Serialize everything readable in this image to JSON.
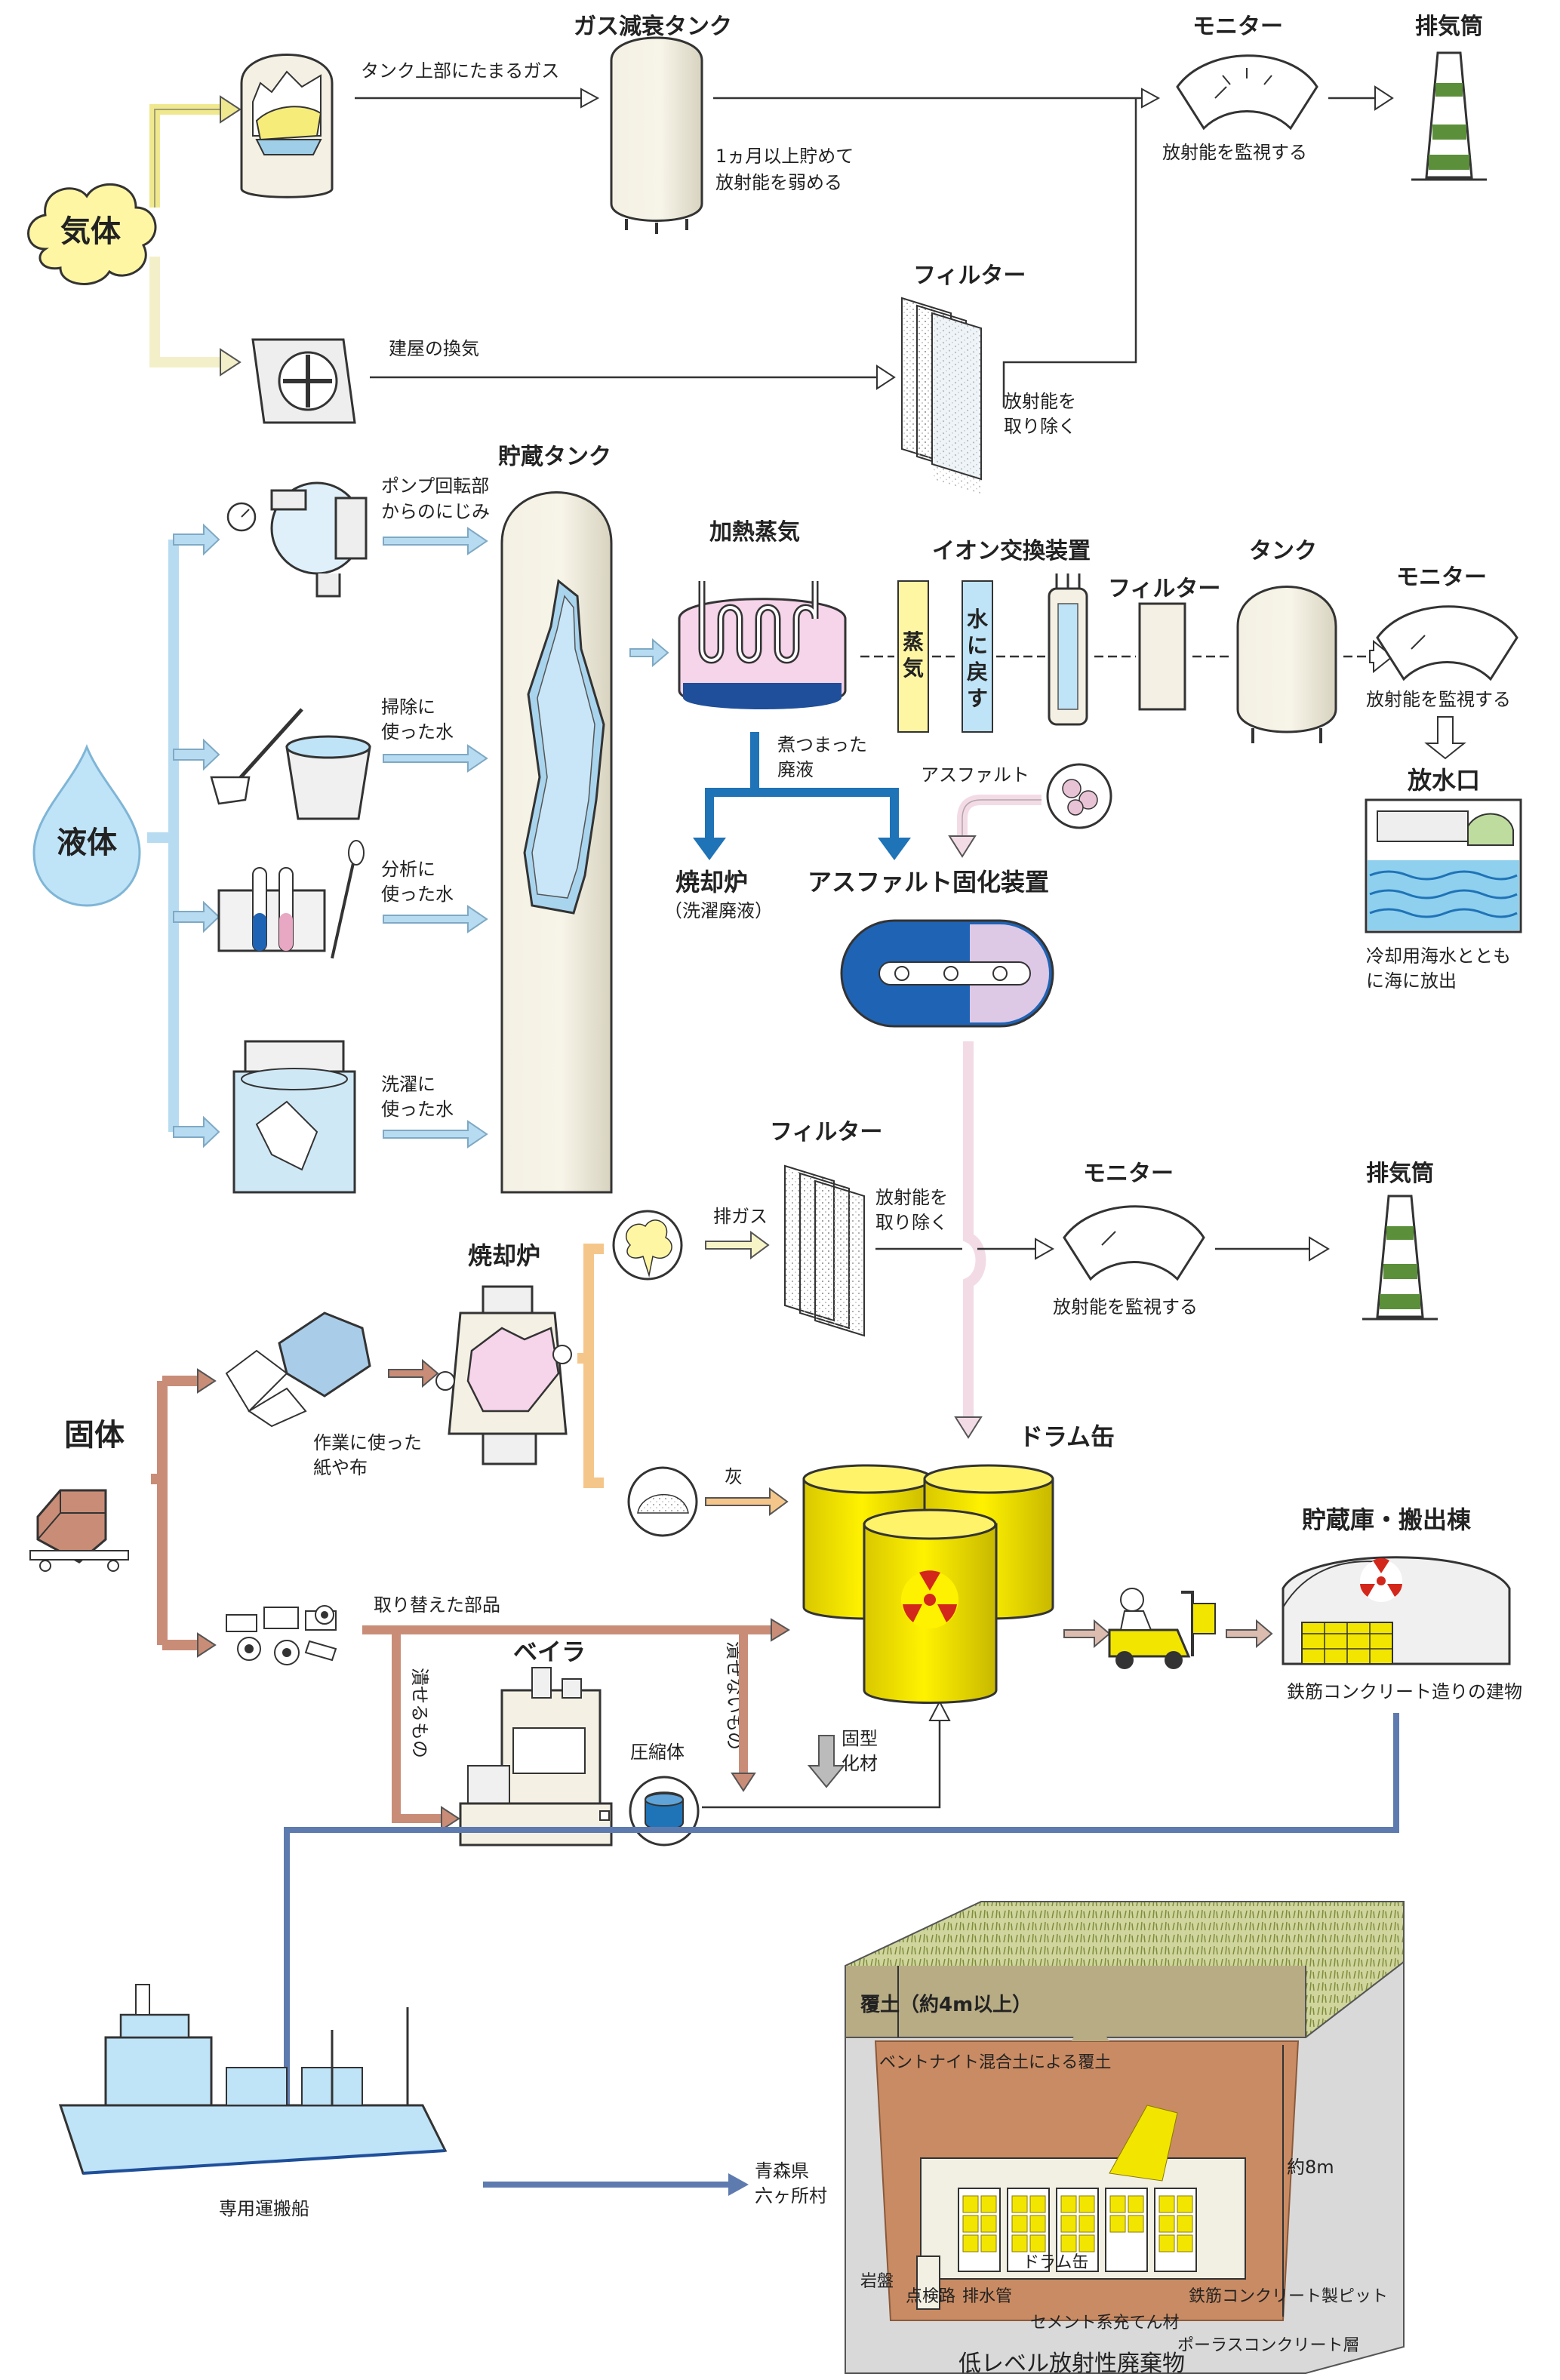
{
  "title": "低レベル放射性廃棄物",
  "sections": {
    "gas": "気体",
    "liquid": "液体",
    "solid": "固体"
  },
  "gas": {
    "tank_gas": "タンク上部にたまるガス",
    "decay_tank": "ガス減衰タンク",
    "decay_note1": "1ヵ月以上貯めて",
    "decay_note2": "放射能を弱める",
    "monitor": "モニター",
    "monitor_note": "放射能を監視する",
    "stack": "排気筒",
    "ventilation": "建屋の換気",
    "filter": "フィルター",
    "filter_note1": "放射能を",
    "filter_note2": "取り除く"
  },
  "liquid": {
    "storage_tank": "貯蔵タンク",
    "pump1": "ポンプ回転部",
    "pump2": "からのにじみ",
    "clean1": "掃除に",
    "clean2": "使った水",
    "analysis1": "分析に",
    "analysis2": "使った水",
    "laundry1": "洗濯に",
    "laundry2": "使った水",
    "evaporator": "加熱蒸気",
    "steam1": "蒸",
    "steam2": "気",
    "back1": "水",
    "back2": "に",
    "back3": "戻",
    "back4": "す",
    "ion": "イオン交換装置",
    "filter": "フィルター",
    "tank": "タンク",
    "monitor": "モニター",
    "monitor_note": "放射能を監視する",
    "outlet": "放水口",
    "outlet_note1": "冷却用海水ととも",
    "outlet_note2": "に海に放出",
    "boiled1": "煮つまった",
    "boiled2": "廃液",
    "asphalt": "アスファルト",
    "incinerator": "焼却炉",
    "incinerator_note": "（洗濯廃液）",
    "asphalt_unit": "アスファルト固化装置"
  },
  "solid": {
    "filter": "フィルター",
    "exhaust": "排ガス",
    "filter_note1": "放射能を",
    "filter_note2": "取り除く",
    "monitor": "モニター",
    "monitor_note": "放射能を監視する",
    "stack": "排気筒",
    "incinerator": "焼却炉",
    "paper1": "作業に使った",
    "paper2": "紙や布",
    "ash": "灰",
    "drum": "ドラム缶",
    "parts": "取り替えた部品",
    "crushable1": "潰せるもの",
    "baler": "ベイラ",
    "uncrushable": "潰せないもの",
    "compressed": "圧縮体",
    "solidifier1": "固型",
    "solidifier2": "化材",
    "storehouse": "貯蔵庫・搬出棟",
    "storehouse_note": "鉄筋コンクリート造りの建物"
  },
  "transport": {
    "ship": "専用運搬船",
    "dest1": "青森県",
    "dest2": "六ヶ所村"
  },
  "disposal": {
    "cover": "覆土（約4m以上）",
    "bentonite": "ベントナイト混合土による覆土",
    "depth": "約8m",
    "bedrock": "岩盤",
    "inspection": "点検路",
    "drain": "排水管",
    "drum": "ドラム缶",
    "cement": "セメント系充てん材",
    "pit": "鉄筋コンクリート製ピット",
    "porous": "ポーラスコンクリート層"
  },
  "colors": {
    "gas": "#fff6a3",
    "gas_arrow": "#f4ee9a",
    "liquid": "#bfe3f7",
    "liquid_arrow": "#b7dcf2",
    "solid_arrow": "#c98d77",
    "drum": "#f2e600",
    "route": "#5e7bb0"
  }
}
